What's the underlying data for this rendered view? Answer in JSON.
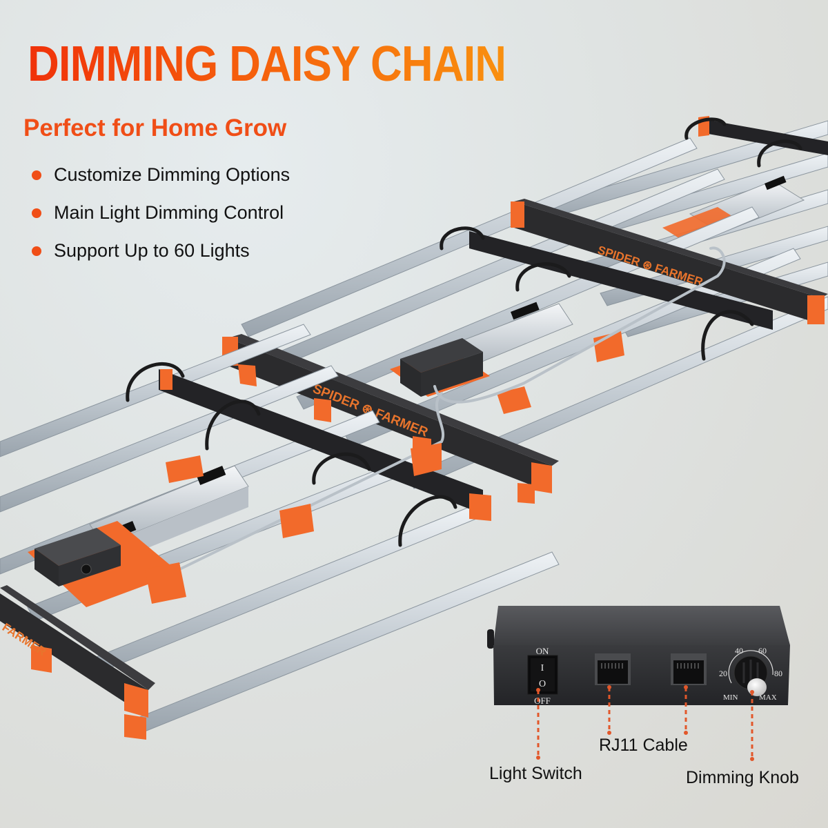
{
  "headline": "DIMMING DAISY CHAIN",
  "subhead": "Perfect for Home Grow",
  "features": [
    "Customize Dimming Options",
    "Main Light Dimming Control",
    "Support Up to 60 Lights"
  ],
  "brand": {
    "name_left": "SPIDER",
    "name_right": "FARMER",
    "partial": "FARMER"
  },
  "controller": {
    "switch_on": "ON",
    "switch_off": "OFF",
    "switch_on_symbol": "I",
    "switch_off_symbol": "O",
    "dial_ticks": [
      "20",
      "40",
      "60",
      "80"
    ],
    "dial_min": "MIN",
    "dial_max": "MAX"
  },
  "callouts": {
    "light_switch": "Light Switch",
    "rj11": "RJ11 Cable",
    "dimming_knob": "Dimming Knob"
  },
  "colors": {
    "accent_orange": "#f04e17",
    "headline_start": "#f0320a",
    "headline_end": "#f9900f",
    "bar_black": "#2b2b2d",
    "bracket_orange": "#f26a2b",
    "rail_silver": "#c9d0d6"
  }
}
